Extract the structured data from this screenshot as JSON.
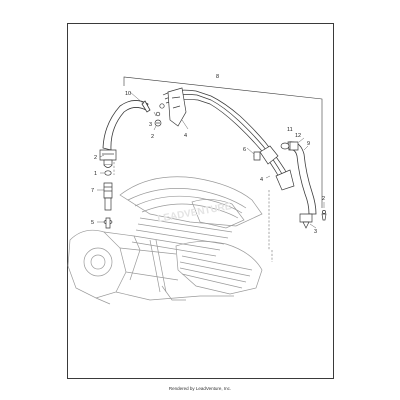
{
  "diagram": {
    "callouts": [
      "1",
      "2",
      "3",
      "4",
      "5",
      "6",
      "7",
      "8",
      "9",
      "10",
      "11",
      "12"
    ],
    "watermark": "LEADVENTURE",
    "line_color": "#3a3a3a",
    "engine_color": "#9a9a9a"
  },
  "footer": {
    "credit": "Rendered by LeadVenture, Inc."
  }
}
